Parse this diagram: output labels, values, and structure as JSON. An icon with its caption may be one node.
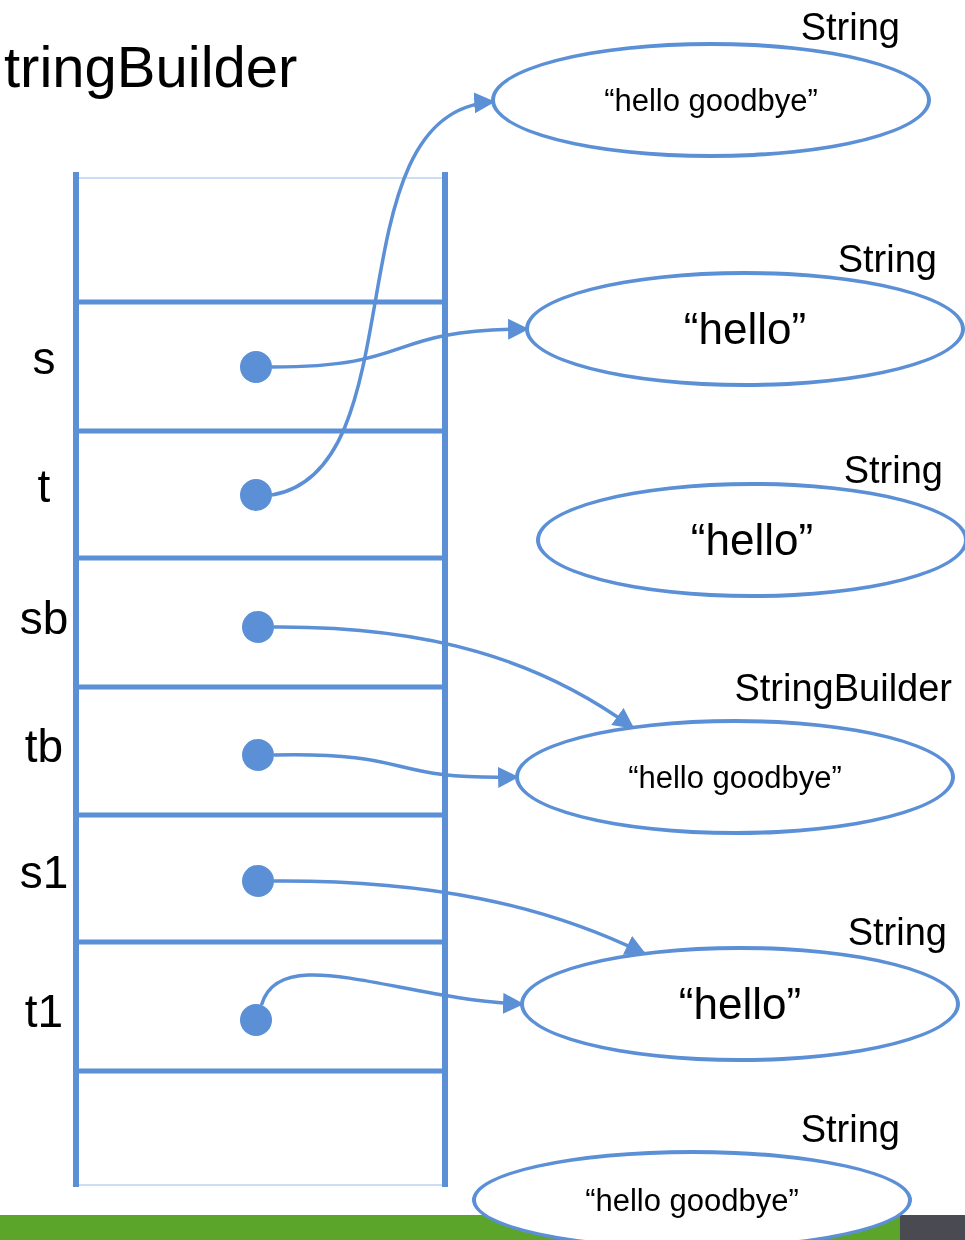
{
  "diagram": {
    "title": "tringBuilder",
    "nodes": [
      {
        "text": [],
        "shape": "circle"
      },
      {
        "text": [],
        "shape": "circle"
      },
      {
        "text": [],
        "shape": "circle"
      },
      {
        "text": [],
        "shape": "circle"
      },
      {
        "text": [],
        "shape": "circle"
      },
      {
        "text": [],
        "shape": "circle"
      },
      {
        "text": [
          "String",
          "“hello goodbye”"
        ]
      },
      {
        "text": [
          "String",
          "“hello”"
        ]
      },
      {
        "text": [
          "String",
          "“hello”"
        ]
      },
      {
        "text": [
          "StringBuilder",
          "“hello goodbye”"
        ]
      },
      {
        "text": [
          "String",
          "“hello”"
        ]
      },
      {
        "text": [
          "String",
          "“hello goodbye”"
        ]
      }
    ],
    "edges": [
      {
        "from": 0,
        "to": 7,
        "arrow": "to"
      },
      {
        "from": 1,
        "to": 6,
        "arrow": "to"
      },
      {
        "from": 2,
        "to": 9,
        "arrow": "to"
      },
      {
        "from": 3,
        "to": 9,
        "arrow": "to"
      },
      {
        "from": 4,
        "to": 10,
        "arrow": "to"
      },
      {
        "from": 5,
        "to": 10,
        "arrow": "to"
      }
    ],
    "labels": [
      "s",
      "t",
      "sb",
      "tb",
      "s1",
      "t1"
    ]
  }
}
